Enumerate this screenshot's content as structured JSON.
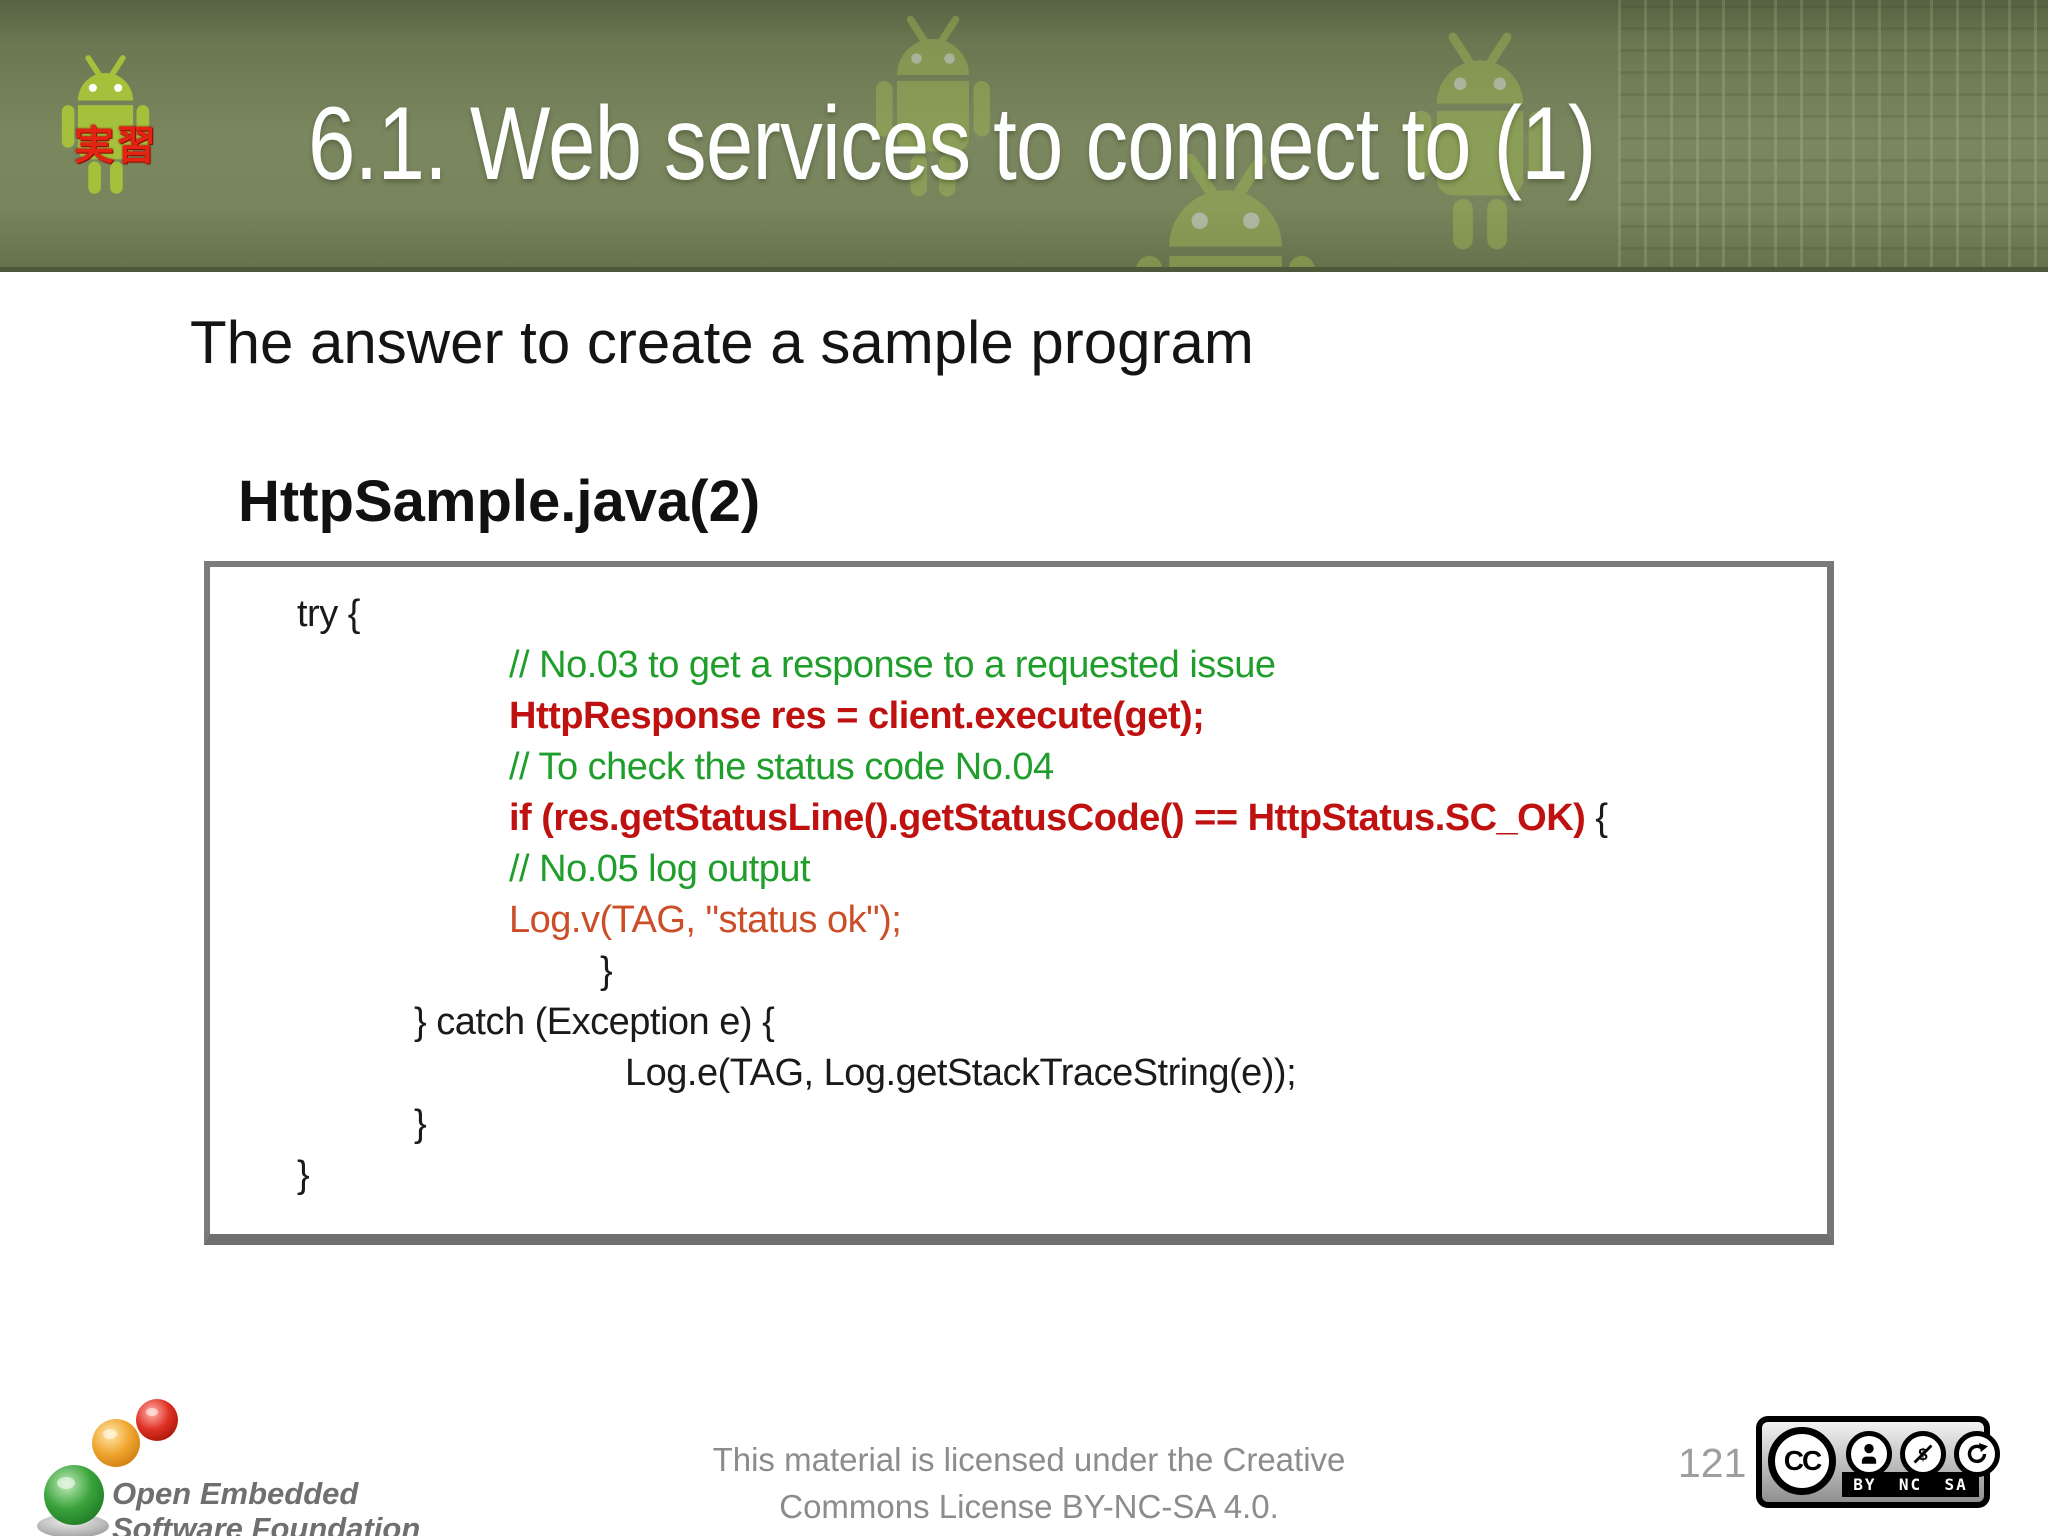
{
  "slide": {
    "title": "6.1. Web services to connect to (1)",
    "mascot_label": "実習",
    "heading": "The answer to create a sample program",
    "subheading": "HttpSample.java(2)"
  },
  "code": {
    "lines": [
      {
        "segments": [
          {
            "style": "plain",
            "text": "try {"
          }
        ]
      },
      {
        "segments": [
          {
            "style": "comment",
            "text": "// No.03 to get a response to a requested issue"
          }
        ]
      },
      {
        "segments": [
          {
            "style": "keyword",
            "text": "HttpResponse res = client.execute(get);"
          }
        ]
      },
      {
        "segments": [
          {
            "style": "comment",
            "text": "// To check the status code No.04"
          }
        ]
      },
      {
        "segments": [
          {
            "style": "keyword",
            "text": "if (res.getStatusLine().getStatusCode() == HttpStatus.SC_OK)"
          },
          {
            "style": "plain",
            "text": " {"
          }
        ]
      },
      {
        "segments": [
          {
            "style": "comment",
            "text": "// No.05 log output"
          }
        ]
      },
      {
        "segments": [
          {
            "style": "log",
            "text": "Log.v(TAG, \"status ok\");"
          }
        ]
      },
      {
        "segments": [
          {
            "style": "plain",
            "text": "}"
          }
        ]
      },
      {
        "segments": [
          {
            "style": "plain",
            "text": "} catch (Exception e) {"
          }
        ]
      },
      {
        "segments": [
          {
            "style": "plain",
            "text": "Log.e(TAG, Log.getStackTraceString(e));"
          }
        ]
      },
      {
        "segments": [
          {
            "style": "plain",
            "text": "}"
          }
        ]
      },
      {
        "segments": [
          {
            "style": "plain",
            "text": "}"
          }
        ]
      }
    ]
  },
  "footer": {
    "license_line1": "This material is licensed under the Creative",
    "license_line2": "Commons License BY-NC-SA 4.0.",
    "page_number": "121",
    "logo_line1": "Open Embedded",
    "logo_line2": "Software Foundation",
    "cc_badge": {
      "cc_text": "CC",
      "labels": [
        "BY",
        "NC",
        "SA"
      ]
    }
  },
  "colors": {
    "header_top": "#566242",
    "header_mid": "#7b875f",
    "header_bottom": "#66724c",
    "header_edge": "#4d593b",
    "android_green": "#a5c13b",
    "mascot_label_red": "#e42313",
    "comment_green": "#1f9e2c",
    "keyword_red": "#c01111",
    "log_orange": "#cb4e27",
    "code_black": "#1a1a1a",
    "box_border_gray": "#7b7b7b",
    "footer_gray": "#8c8c8c"
  }
}
